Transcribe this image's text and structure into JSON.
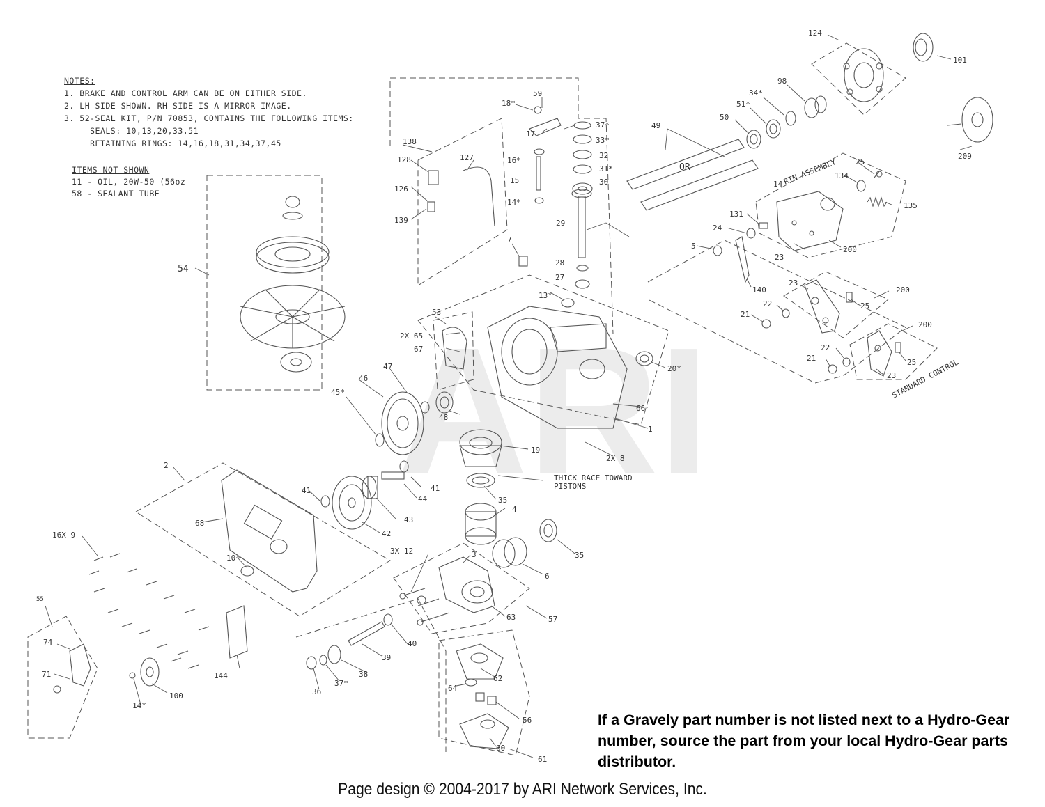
{
  "notes": {
    "heading": "NOTES:",
    "lines": [
      "1. BRAKE AND CONTROL ARM CAN BE ON EITHER SIDE.",
      "2. LH SIDE SHOWN. RH SIDE IS A MIRROR IMAGE.",
      "3. 52-SEAL KIT, P/N 70853, CONTAINS THE FOLLOWING ITEMS:",
      "     SEALS: 10,13,20,33,51",
      "     RETAINING RINGS: 14,16,18,31,34,37,45"
    ]
  },
  "items_not_shown": {
    "heading": "ITEMS NOT SHOWN",
    "lines": [
      "11 - OIL, 20W-50 (56oz",
      "58 - SEALANT TUBE"
    ]
  },
  "callouts": {
    "c124": "124",
    "c101": "101",
    "c209": "209",
    "c98": "98",
    "c34": "34*",
    "c51": "51*",
    "c50": "50",
    "c49": "49",
    "c_or": "OR",
    "c59": "59",
    "c18": "18*",
    "c17": "17",
    "c37a": "37*",
    "c33": "33*",
    "c32": "32",
    "c31": "31*",
    "c30": "30",
    "c16": "16*",
    "c15": "15",
    "c14a": "14*",
    "c138": "138",
    "c128": "128",
    "c127": "127",
    "c126": "126",
    "c139": "139",
    "c29": "29",
    "c7": "7",
    "c28": "28",
    "c27": "27",
    "c13": "13*",
    "c53": "53",
    "c65": "2X 65",
    "c67": "67",
    "c20": "20*",
    "c66": "66",
    "c1": "1",
    "c8": "2X 8",
    "c47": "47",
    "c46": "46",
    "c45": "45*",
    "c48": "48",
    "c19": "19",
    "c54": "54",
    "c2": "2",
    "c68": "68",
    "c41a": "41",
    "c44": "44",
    "c41b": "41",
    "c43": "43",
    "c42": "42",
    "c35a": "35",
    "c4": "4",
    "c35b": "35",
    "c6": "6",
    "c3": "3",
    "c12": "3X 12",
    "c63": "63",
    "c57": "57",
    "c40": "40",
    "c39": "39",
    "c38": "38",
    "c37b": "37*",
    "c36": "36",
    "c62": "62",
    "c64": "64",
    "c56": "56",
    "c60": "60",
    "c61": "61",
    "c9": "16X 9",
    "c10": "10*",
    "c144": "144",
    "c55": "55",
    "c74": "74",
    "c71": "71",
    "c100": "100",
    "c14b": "14*",
    "c14c": "14",
    "c25a": "25",
    "c134": "134",
    "c135": "135",
    "c131": "131",
    "c24": "24",
    "c5": "5",
    "c23a": "23",
    "c200a": "200",
    "c140": "140",
    "c23b": "23",
    "c200b": "200",
    "c22a": "22",
    "c25b": "25",
    "c21a": "21",
    "c22b": "22",
    "c21b": "21",
    "c200c": "200",
    "c25c": "25",
    "c23c": "23",
    "rtn_assembly": "RTN ASSEMBLY",
    "standard_control": "STANDARD CONTROL",
    "thick_race_1": "THICK RACE TOWARD",
    "thick_race_2": "PISTONS"
  },
  "watermark": "ARI",
  "disclaimer": "If a Gravely part number is not listed next to a Hydro-Gear number, source the part from your local Hydro-Gear parts distributor.",
  "footer": "Page design © 2004-2017 by ARI Network Services, Inc."
}
